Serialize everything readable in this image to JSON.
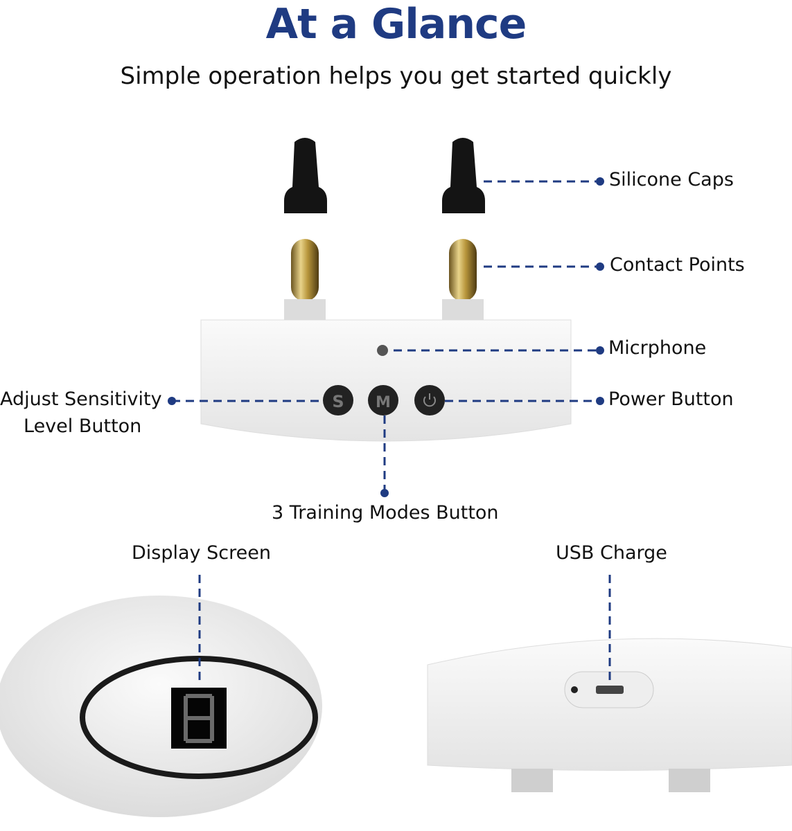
{
  "header": {
    "title": "At a Glance",
    "subtitle": "Simple operation helps you get started quickly"
  },
  "callouts": {
    "silicone_caps": "Silicone Caps",
    "contact_points": "Contact Points",
    "microphone": "Micrphone",
    "sensitivity_line1": "Adjust Sensitivity",
    "sensitivity_line2": "Level Button",
    "power_button": "Power Button",
    "training_modes": "3 Training Modes Button",
    "display_screen": "Display Screen",
    "usb_charge": "USB Charge"
  },
  "device_buttons": {
    "sensitivity": "S",
    "mode": "M"
  },
  "colors": {
    "accent": "#1f3b82",
    "line": "#1f3b82"
  }
}
